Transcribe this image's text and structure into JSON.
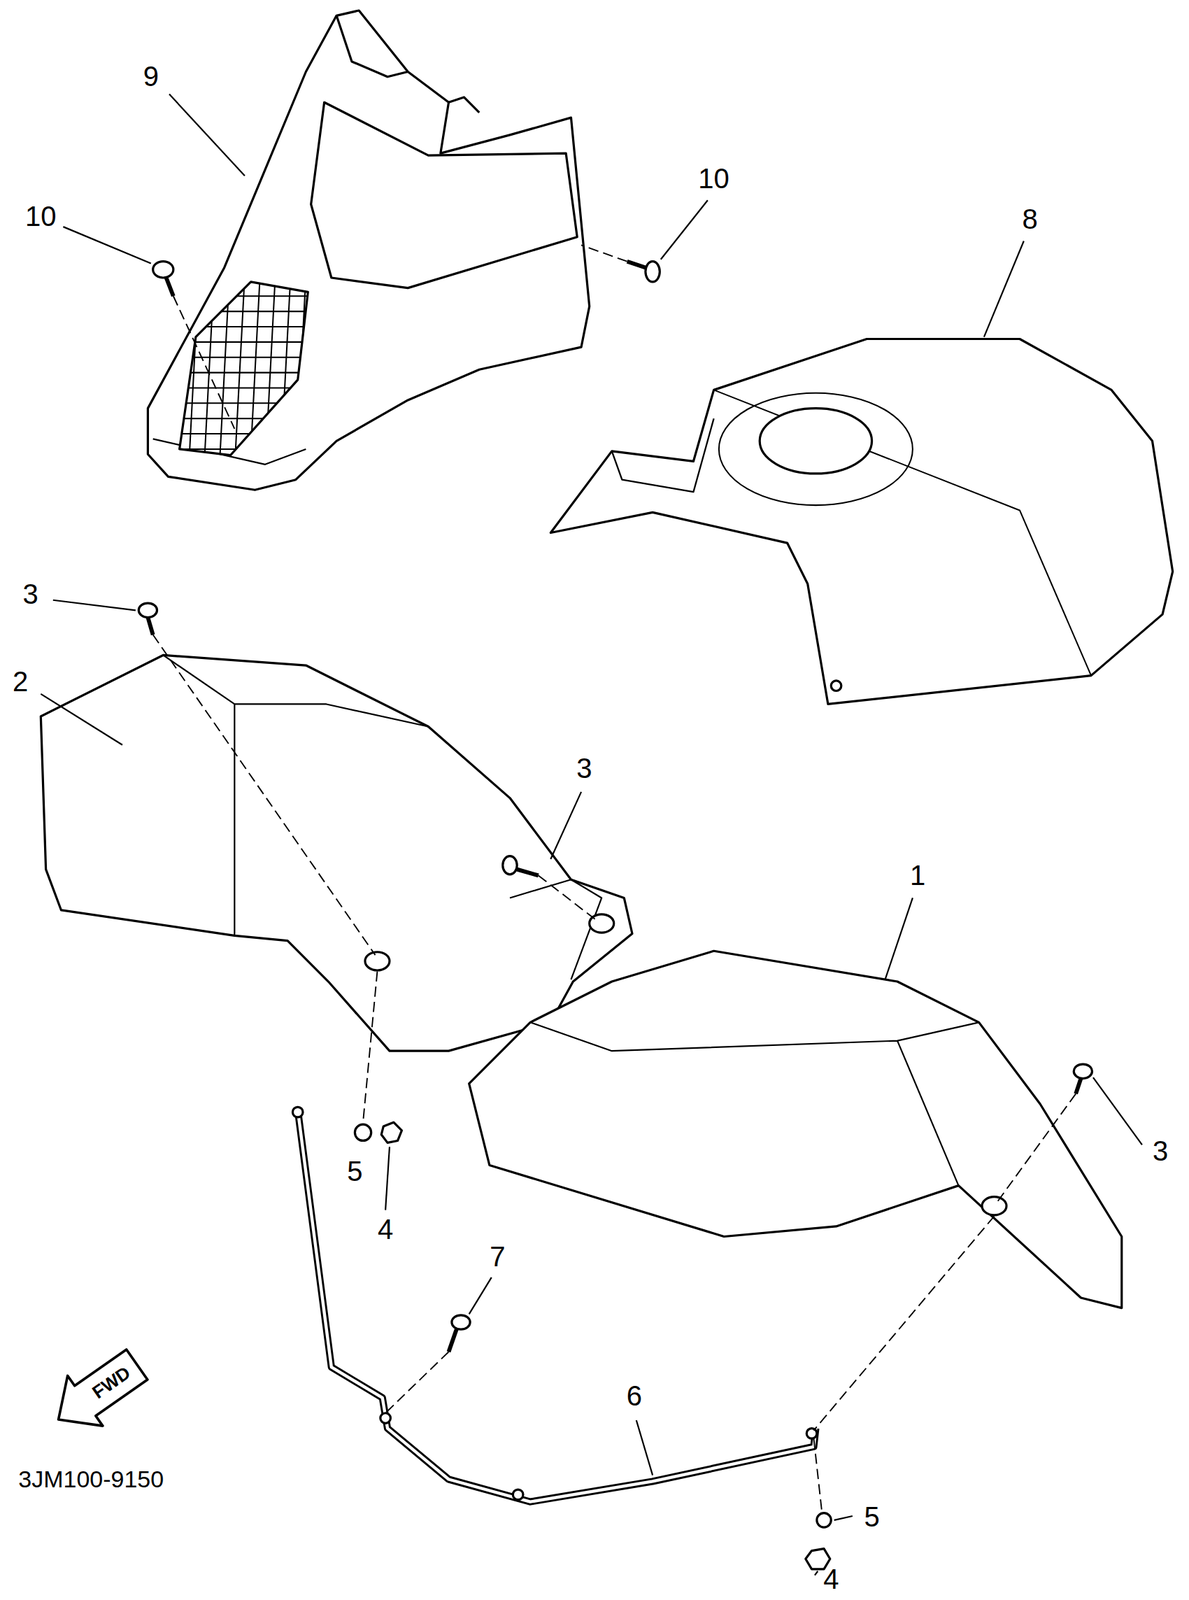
{
  "diagram": {
    "labels": [
      "9",
      "10",
      "10",
      "8",
      "3",
      "2",
      "3",
      "1",
      "3",
      "5",
      "4",
      "7",
      "6",
      "5",
      "4",
      "FWD",
      "3JM100-9150"
    ]
  }
}
